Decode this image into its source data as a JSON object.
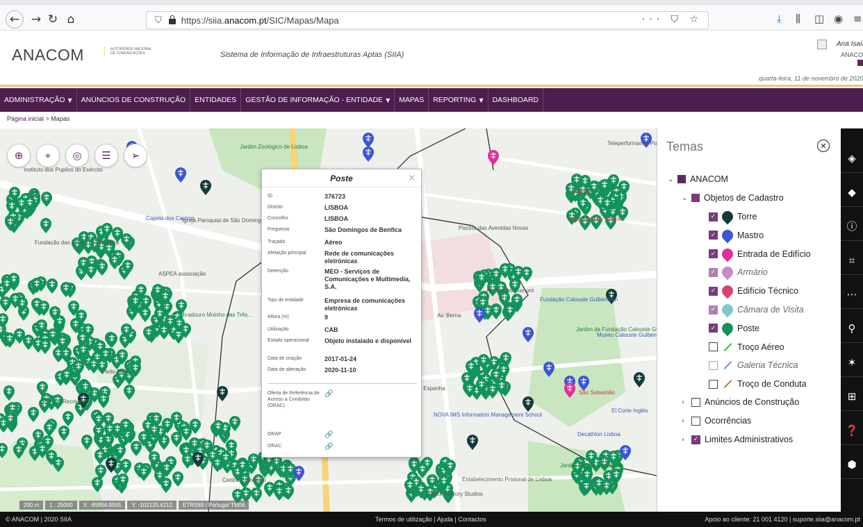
{
  "browser": {
    "url_prefix": "https://siia.",
    "url_domain": "anacom.pt",
    "url_path": "/SIC/Mapas/Mapa",
    "url_actions": "··· ⛉ ☆"
  },
  "header": {
    "logo": "ANACOM",
    "logo_sub": "AUTORIDADE NACIONAL DE COMUNICAÇÕES",
    "site_title": "Sistema de Informação de Infraestruturas Aptas (SIIA)",
    "user_name": "Ana Isaía",
    "user_org": "ANACO",
    "date": "quarta-feira, 11 de novembro de 2020"
  },
  "menu": [
    {
      "label": "Administração",
      "caret": true
    },
    {
      "label": "Anúncios de Construção",
      "caret": false
    },
    {
      "label": "Entidades",
      "caret": false
    },
    {
      "label": "Gestão de Informação - Entidade",
      "caret": true
    },
    {
      "label": "Mapas",
      "caret": false
    },
    {
      "label": "Reporting",
      "caret": true
    },
    {
      "label": "Dashboard",
      "caret": false
    }
  ],
  "breadcrumb": {
    "home": "Página inicial",
    "sep": " > ",
    "current": "Mapas"
  },
  "map": {
    "labels": [
      {
        "text": "Jardim Zoológico de Lisboa"
      },
      {
        "text": "Instituto dos Pupilos do Exército"
      },
      {
        "text": "Capela dos Castros"
      },
      {
        "text": "Igreja Paroquial de São Domingos de Benfica"
      },
      {
        "text": "Fundação das Casas de Fronteira"
      },
      {
        "text": "ASPEA associação"
      },
      {
        "text": "Miradouro Moinho das Três..."
      },
      {
        "text": "Hello Park"
      },
      {
        "text": "Parque Recreativo"
      },
      {
        "text": "Centro Comercial"
      },
      {
        "text": "Teleperformance Portugal - City Office"
      },
      {
        "text": "Piscina das Avenidas Novas"
      },
      {
        "text": "Hospital Curry Cabral"
      },
      {
        "text": "Fundação Calouste Gulbenkian"
      },
      {
        "text": "Museu Calouste Gulbenkian"
      },
      {
        "text": "Jardim da Fundação Calouste Gulbenkian"
      },
      {
        "text": "NOVA IMS Information Management School"
      },
      {
        "text": "El Corte Inglés"
      },
      {
        "text": "Decathlon Lisboa"
      },
      {
        "text": "São Sebastião"
      },
      {
        "text": "Jardim Amália Rodrigues"
      },
      {
        "text": "Estabelecimento Prisional de Lisboa"
      },
      {
        "text": "Dance Factory Studios"
      },
      {
        "text": "Praça de Espanha"
      },
      {
        "text": "Lucimar"
      },
      {
        "text": "Av. Berna"
      },
      {
        "text": "Av. Santos Dumont"
      }
    ],
    "scale": [
      "200 m",
      "1 : 25000",
      "X: -89954.0505",
      "Y: -102125.6212",
      "ETRS89 / Portugal TM06"
    ]
  },
  "popup": {
    "title": "Poste",
    "close": "×",
    "rows": [
      {
        "k": "ID",
        "v": "376723"
      },
      {
        "k": "Distrito",
        "v": "LISBOA"
      },
      {
        "k": "Concelho",
        "v": "LISBOA"
      },
      {
        "k": "Freguesia",
        "v": "São Domingos de Benfica"
      },
      {
        "k": "Traçado",
        "v": "Aéreo"
      },
      {
        "k": "Afetação principal",
        "v": "Rede de comunicações eletrónicas"
      },
      {
        "k": "Detenção",
        "v": "MEO - Serviços de Comunicações e Multimedia, S.A."
      },
      {
        "k": "Tipo de entidade",
        "v": "Empresa de comunicações eletrónicas"
      },
      {
        "k": "Altura (m)",
        "v": "9"
      },
      {
        "k": "Utilização",
        "v": "CAB"
      },
      {
        "k": "Estado operacional",
        "v": "Objeto instalado e disponível"
      },
      {
        "k": "Data de criação",
        "v": "2017-01-24"
      },
      {
        "k": "Data de alteração",
        "v": "2020-11-10"
      }
    ],
    "link_rows": [
      {
        "k": "Oferta de Referência de Acesso a Condutas (ORAC)",
        "v": "🔗"
      },
      {
        "k": "ORAP",
        "v": "🔗"
      },
      {
        "k": "ORAC",
        "v": "🔗"
      }
    ]
  },
  "temas": {
    "title": "Temas",
    "root": "ANACOM",
    "group": "Objetos de Cadastro",
    "layers": [
      {
        "label": "Torre",
        "icon": "torre",
        "checked": true,
        "faded": false
      },
      {
        "label": "Mastro",
        "icon": "mastro",
        "checked": true,
        "faded": false
      },
      {
        "label": "Entrada de Edifício",
        "icon": "entrada",
        "checked": true,
        "faded": false
      },
      {
        "label": "Armário",
        "icon": "armario",
        "checked": true,
        "faded": true
      },
      {
        "label": "Edifício Técnico",
        "icon": "edificio",
        "checked": true,
        "faded": false
      },
      {
        "label": "Câmara de Visita",
        "icon": "camara",
        "checked": true,
        "faded": true
      },
      {
        "label": "Poste",
        "icon": "poste",
        "checked": true,
        "faded": false
      },
      {
        "label": "Troço Aéreo",
        "icon": "aereo",
        "checked": false,
        "faded": false
      },
      {
        "label": "Galeria Técnica",
        "icon": "galeria",
        "checked": false,
        "faded": true
      },
      {
        "label": "Troço de Conduta",
        "icon": "conduta",
        "checked": false,
        "faded": false
      }
    ],
    "others": [
      {
        "label": "Anúncios de Construção",
        "checked": false
      },
      {
        "label": "Ocorrências",
        "checked": false
      },
      {
        "label": "Limites Administrativos",
        "checked": true
      }
    ]
  },
  "right_toolbar": [
    "layers-icon",
    "basemap-icon",
    "info-icon",
    "select-icon",
    "measure-icon",
    "locate-icon",
    "draw-icon",
    "grid-icon",
    "query-icon",
    "pin-icon"
  ],
  "footer": {
    "left": "© ANACOM | 2020 SIIA",
    "center": "Termos de utilização  |  Ajuda  |  Contactos",
    "right": "Apoio ao cliente:  21 001 4120  |  suporte.siia@anacom.pt"
  },
  "colors": {
    "brand": "#4b1e4d",
    "poste": "#12935b",
    "mastro": "#3d55d4",
    "accent": "#7a3b7c"
  }
}
